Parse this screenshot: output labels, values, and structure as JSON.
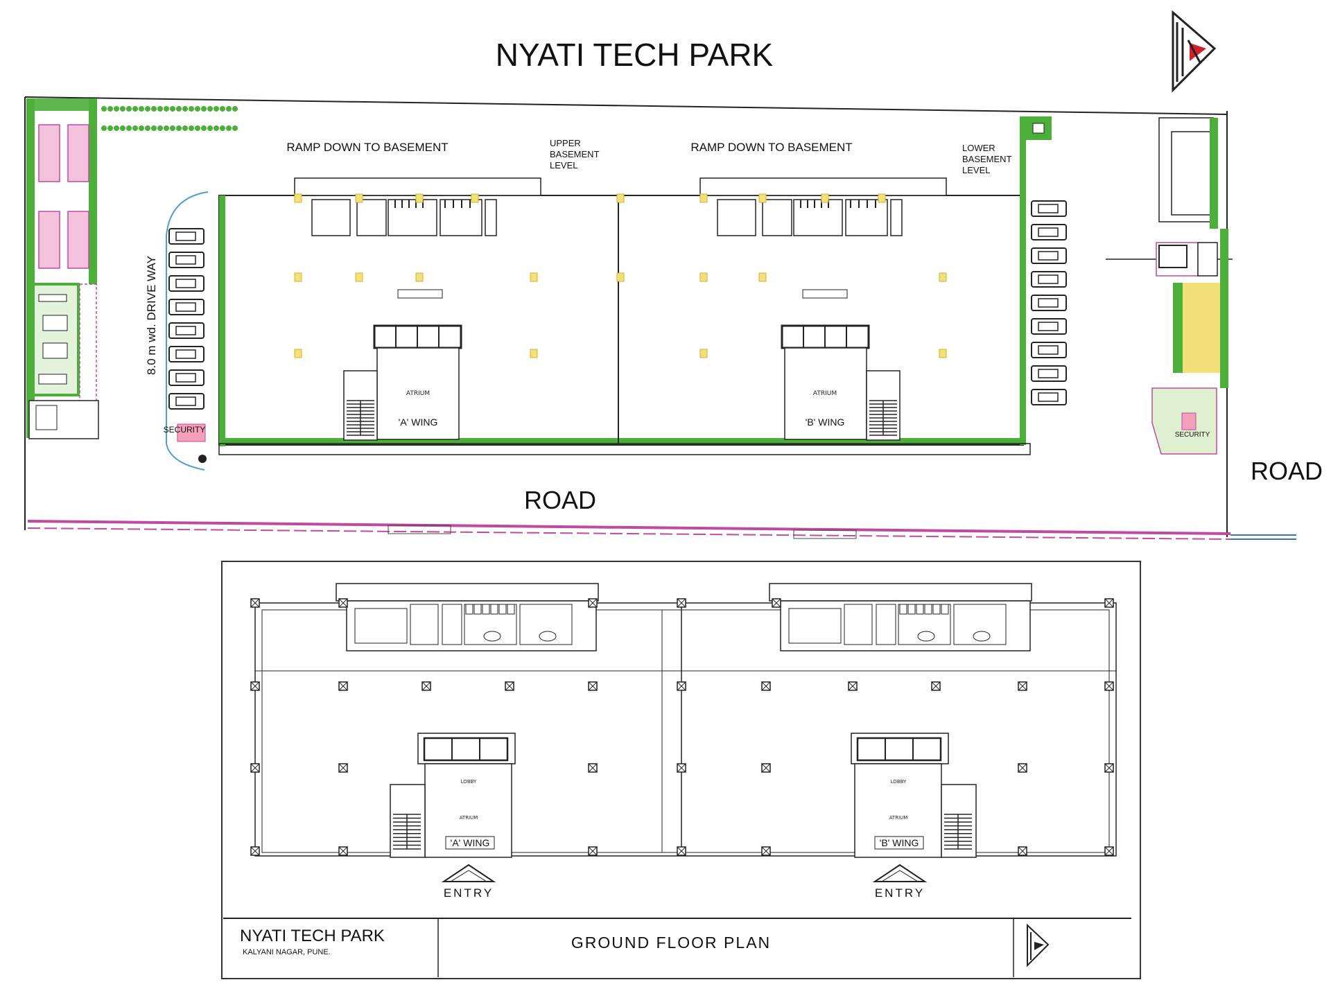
{
  "header": {
    "title": "NYATI TECH PARK"
  },
  "site_plan": {
    "ramp_a": "RAMP DOWN TO BASEMENT",
    "ramp_b": "RAMP DOWN TO BASEMENT",
    "upper_basement": [
      "UPPER",
      "BASEMENT",
      "LEVEL"
    ],
    "lower_basement": [
      "LOWER",
      "BASEMENT",
      "LEVEL"
    ],
    "driveway": "8.0 m wd. DRIVE WAY",
    "security_left": "SECURITY",
    "security_right": "SECURITY",
    "wing_a": "'A' WING",
    "wing_b": "'B' WING",
    "road_bottom": "ROAD",
    "road_right": "ROAD"
  },
  "floor_plan": {
    "wing_a": "'A' WING",
    "wing_b": "'B' WING",
    "entry_a": "ENTRY",
    "entry_b": "ENTRY"
  },
  "title_block": {
    "project": "NYATI TECH PARK",
    "location": "KALYANI NAGAR, PUNE.",
    "drawing": "GROUND FLOOR PLAN"
  },
  "colors": {
    "green": "#4caf3a",
    "pink": "#e8a0c8",
    "magenta": "#c04aa0",
    "yellow": "#f2e07a",
    "line": "#1a1a1a"
  },
  "icons": [
    "compass-logo-icon",
    "car-icon",
    "staircase-icon",
    "column-icon",
    "entry-arrow-icon"
  ]
}
